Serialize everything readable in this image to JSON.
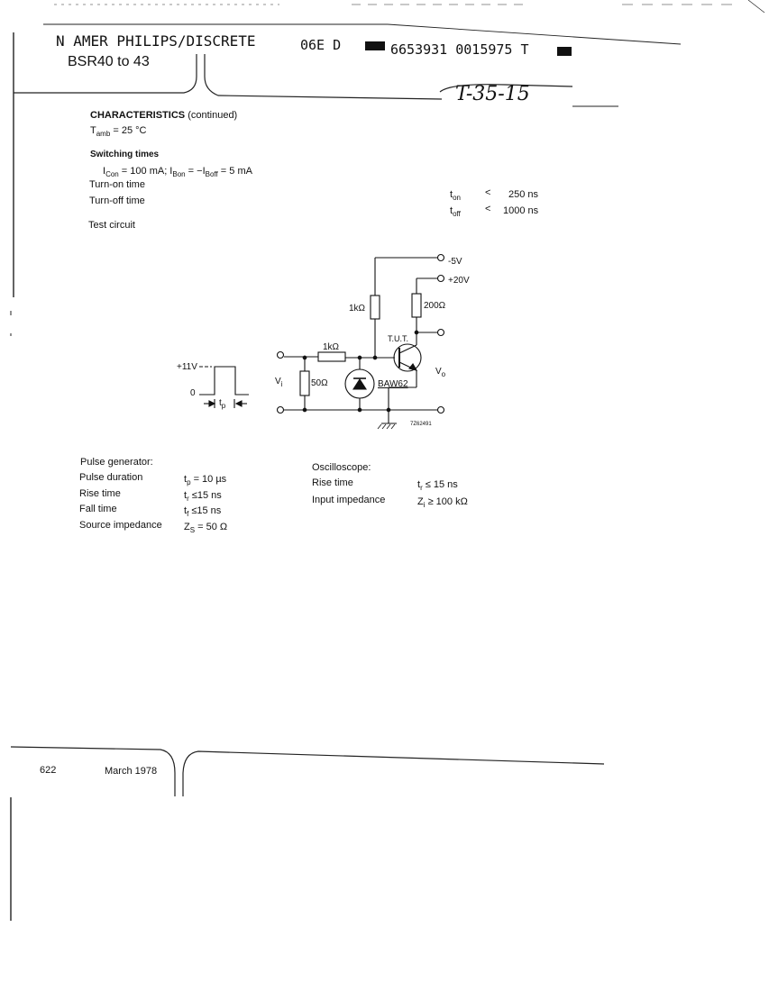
{
  "header": {
    "stamp": "N AMER PHILIPS/DISCRETE",
    "code1": "06E D",
    "code2": "6653931 0015975 T",
    "product": "BSR40 to 43",
    "handwritten": "T-35-15"
  },
  "characteristics": {
    "heading": "CHARACTERISTICS",
    "heading_suffix": "(continued)",
    "tamb_label": "T",
    "tamb_sub": "amb",
    "tamb_value": "= 25 °C",
    "switching_heading": "Switching times",
    "cond_i1": "I",
    "cond_s1": "Con",
    "cond_t1": " = 100 mA; I",
    "cond_s2": "Bon",
    "cond_t2": " = −I",
    "cond_s3": "Boff",
    "cond_t3": " = 5 mA",
    "turn_on": "Turn-on time",
    "turn_off": "Turn-off time",
    "ton_sym": "t",
    "ton_sub": "on",
    "ton_op": "<",
    "ton_val": "250 ns",
    "toff_sym": "t",
    "toff_sub": "off",
    "toff_op": "<",
    "toff_val": "1000 ns",
    "test_circuit": "Test circuit"
  },
  "circuit": {
    "minus5v": "-5V",
    "plus20v": "+20V",
    "r1k_top": "1kΩ",
    "r200": "200Ω",
    "tut": "T.U.T.",
    "r1k_base": "1kΩ",
    "vi": "V",
    "vi_sub": "i",
    "r50": "50Ω",
    "baw62": "BAW62",
    "vo": "V",
    "vo_sub": "o",
    "pulse_high": "+11V",
    "pulse_zero": "0",
    "tp": "t",
    "tp_sub": "p",
    "fig_code": "7Z62491"
  },
  "pulse_generator": {
    "heading": "Pulse generator:",
    "rows": [
      {
        "label": "Pulse duration",
        "sym": "t",
        "sub": "p",
        "val": " = 10 µs"
      },
      {
        "label": "Rise time",
        "sym": "t",
        "sub": "r",
        "val": " ≤15 ns"
      },
      {
        "label": "Fall time",
        "sym": "t",
        "sub": "f",
        "val": " ≤15 ns"
      },
      {
        "label": "Source impedance",
        "sym": "Z",
        "sub": "S",
        "val": " = 50 Ω"
      }
    ]
  },
  "oscilloscope": {
    "heading": "Oscilloscope:",
    "rows": [
      {
        "label": "Rise time",
        "sym": "t",
        "sub": "r",
        "val": " ≤ 15 ns"
      },
      {
        "label": "Input impedance",
        "sym": "Z",
        "sub": "i",
        "val": " ≥ 100 kΩ"
      }
    ]
  },
  "footer": {
    "page_number": "622",
    "date": "March 1978"
  }
}
